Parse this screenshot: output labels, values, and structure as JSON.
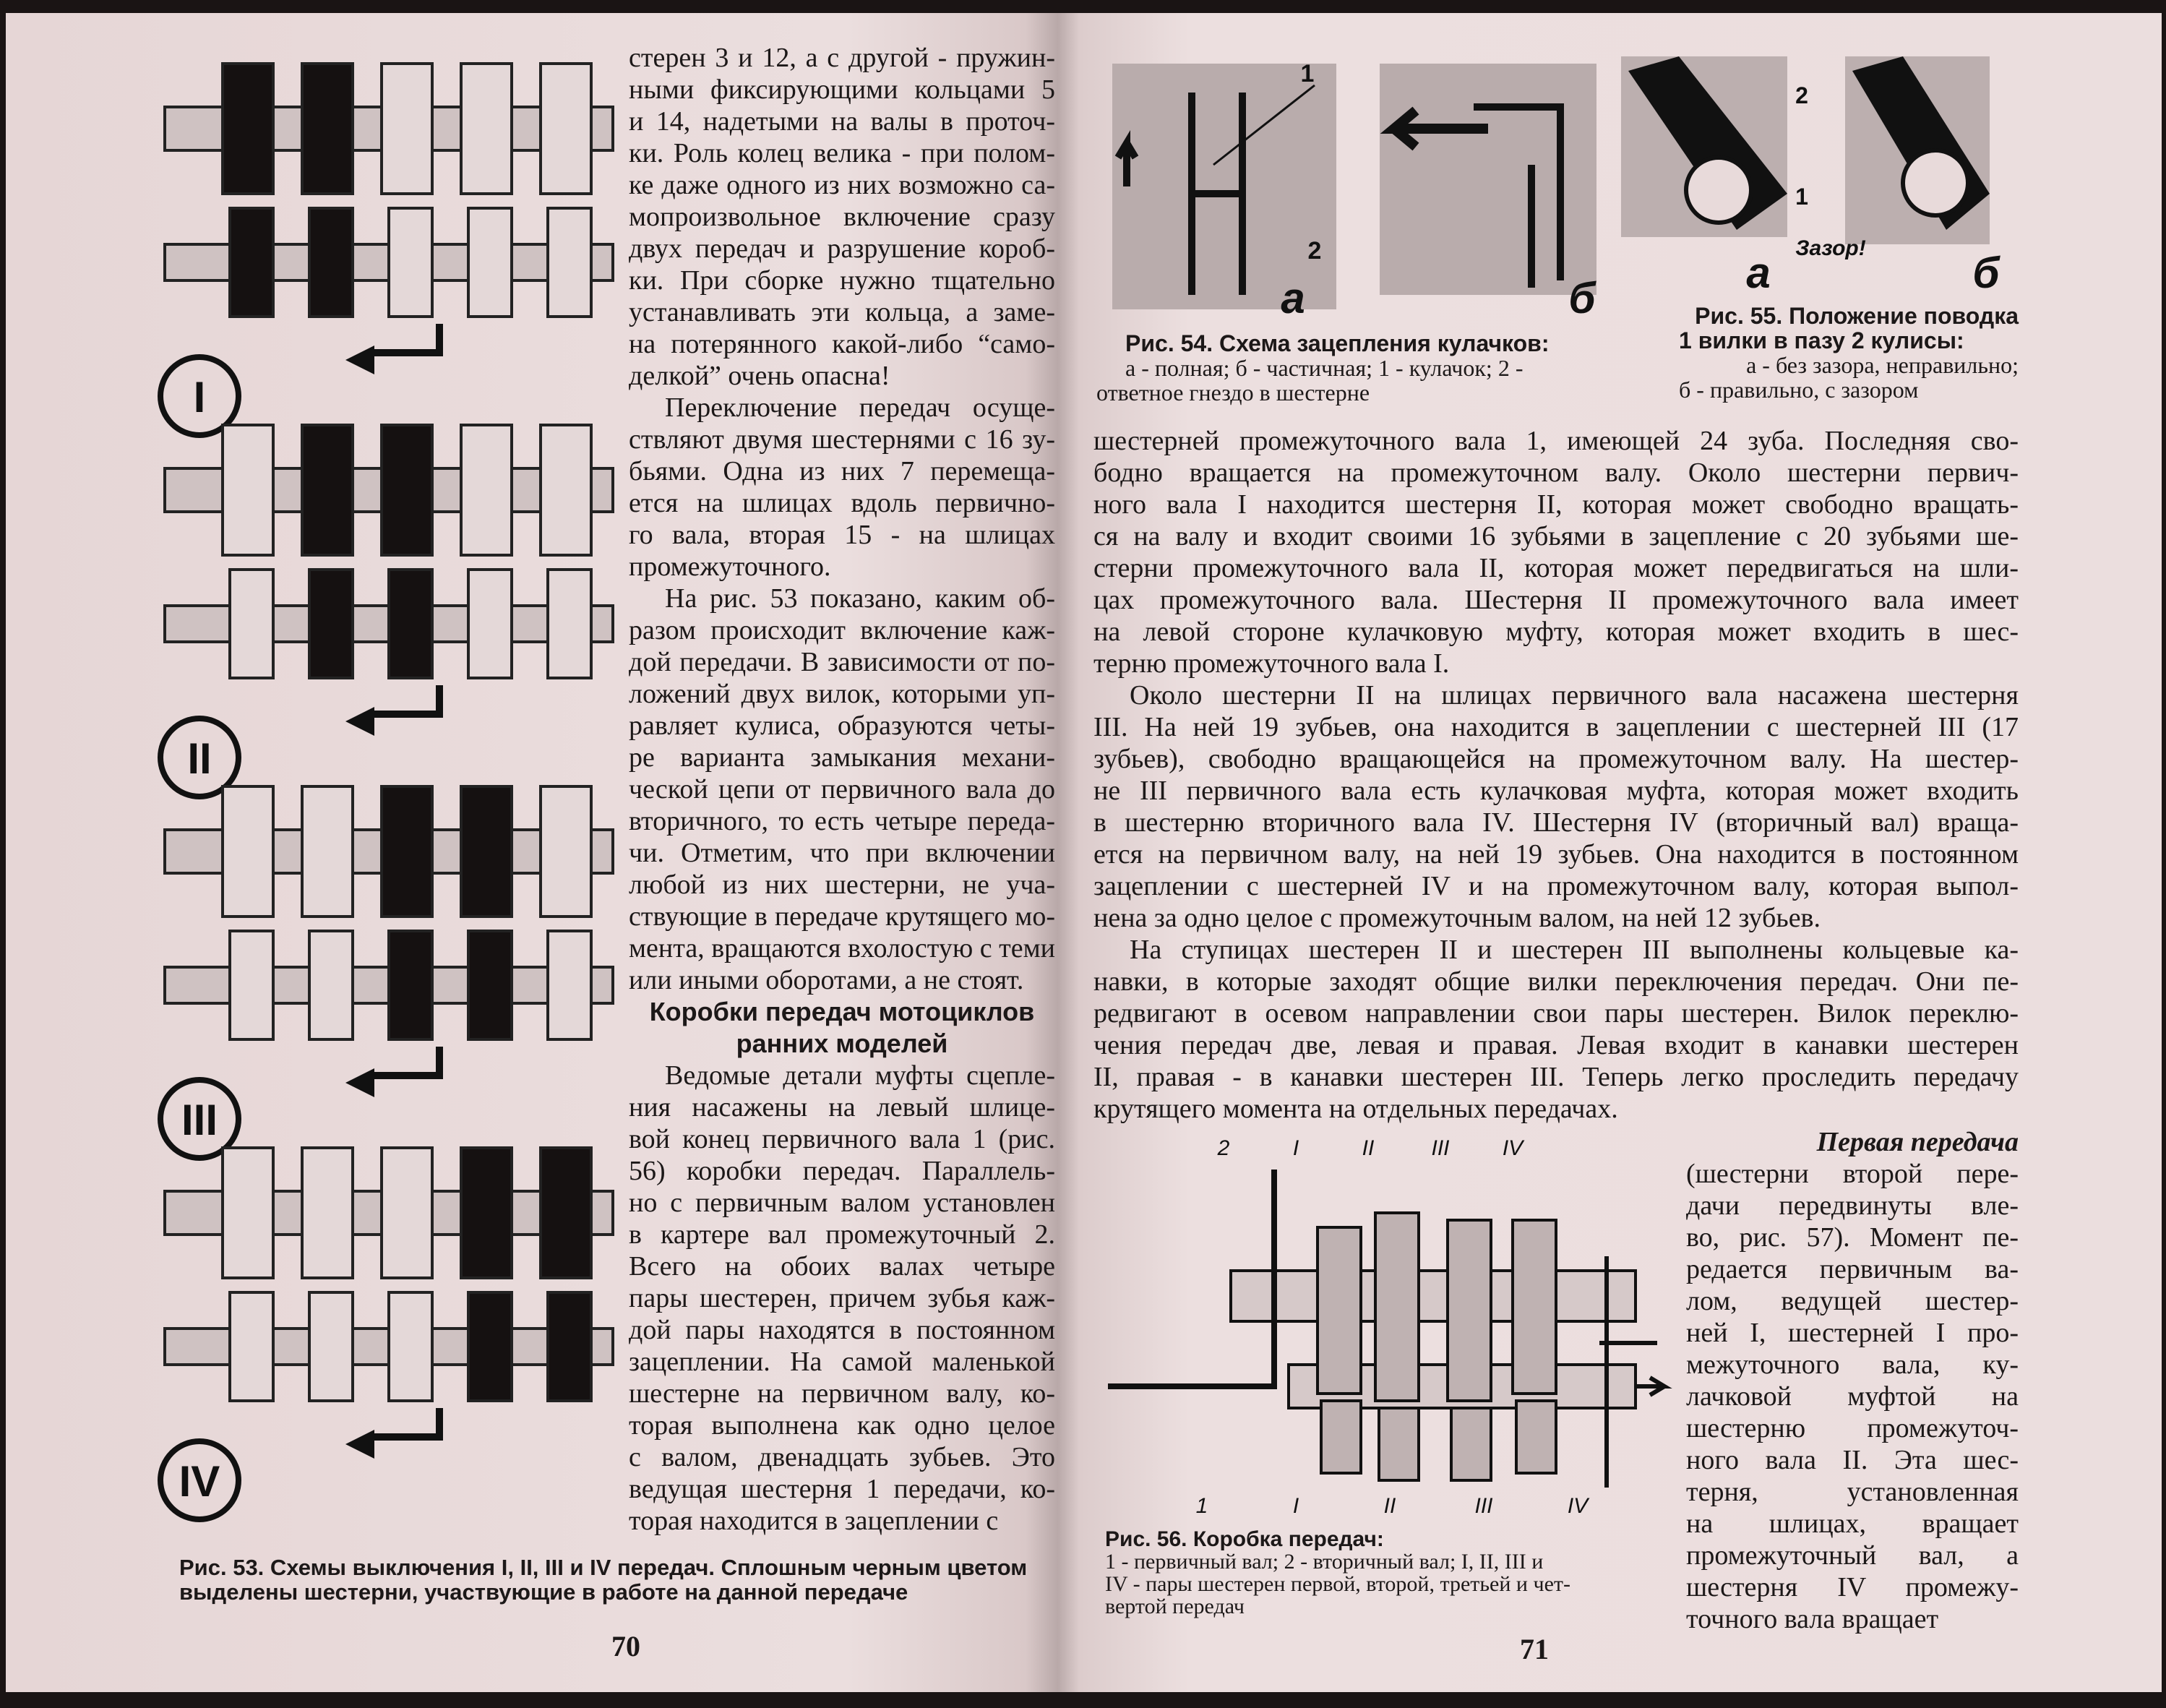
{
  "left_page": {
    "page_number": "70",
    "figure53": {
      "labels": [
        "I",
        "II",
        "III",
        "IV"
      ],
      "caption": [
        "Рис. 53. Схемы выключения I, II, III и IV передач. Сплошным черным цветом",
        "выделены шестерни, участвующие в работе на данной передаче"
      ]
    },
    "text_lines": [
      "стерен 3 и 12, а с другой - пружин-",
      "ными фиксирующими кольцами 5",
      "и 14, надетыми на валы в проточ-",
      "ки. Роль колец велика - при полом-",
      "ке даже одного из них возможно са-",
      "мопроизвольное включение сразу",
      "двух передач и разрушение короб-",
      "ки. При сборке нужно тщательно",
      "устанавливать эти кольца, а заме-",
      "на потерянного какой-либо “само-",
      "делкой” очень опасна!",
      "Переключение передач осуще-",
      "ствляют двумя шестернями с 16 зу-",
      "бьями. Одна из них 7 перемеща-",
      "ется на шлицах вдоль первично-",
      "го вала, вторая 15 - на шлицах",
      "промежуточного.",
      "На рис. 53 показано, каким об-",
      "разом происходит включение каж-",
      "дой передачи. В зависимости от по-",
      "ложений двух вилок, которыми уп-",
      "равляет кулиса, образуются четы-",
      "ре варианта замыкания механи-",
      "ческой цепи от первичного вала до",
      "вторичного, то есть четыре переда-",
      "чи. Отметим, что при включении",
      "любой из них шестерни, не уча-",
      "ствующие в передаче крутящего мо-",
      "мента, вращаются вхолостую с теми",
      "или иными оборотами, а не стоят.",
      "Коробки передач мотоциклов",
      "ранних моделей",
      "Ведомые детали муфты сцепле-",
      "ния насажены на левый шлице-",
      "вой конец первичного вала 1 (рис.",
      "56) коробки передач. Параллель-",
      "но с первичным валом установлен",
      "в картере вал промежуточный 2.",
      "Всего на обоих валах четыре",
      "пары шестерен, причем зубья каж-",
      "дой пары находятся в постоянном",
      "зацеплении. На самой маленькой",
      "шестерне на первичном валу, ко-",
      "торая выполнена как одно целое",
      "с валом, двенадцать зубьев. Это",
      "ведущая шестерня 1 передачи, ко-",
      "торая находится в зацеплении с"
    ]
  },
  "right_page": {
    "page_number": "71",
    "figure54": {
      "labels": [
        "1",
        "2",
        "а",
        "б"
      ],
      "caption_title": "Рис. 54. Схема зацепления кулачков:",
      "caption": [
        "а - полная; б - частичная; 1 - кулачок; 2 -",
        "ответное гнездо в шестерне"
      ]
    },
    "figure55": {
      "labels": [
        "2",
        "1",
        "Зазор!",
        "а",
        "б"
      ],
      "caption_title": [
        "Рис. 55. Положение поводка",
        "1 вилки в пазу 2 кулисы:"
      ],
      "caption": [
        "а - без зазора, неправильно;",
        "б - правильно, с зазором"
      ]
    },
    "figure56": {
      "labels_top": [
        "2",
        "I",
        "II",
        "III",
        "IV"
      ],
      "labels_bottom": [
        "1",
        "I",
        "II",
        "III",
        "IV"
      ],
      "caption_title": "Рис. 56. Коробка передач:",
      "caption": [
        "1 - первичный вал; 2 - вторичный вал; I, II, III и",
        "IV - пары шестерен первой, второй, третьей и чет-",
        "вертой передач"
      ]
    },
    "text_lines": [
      "шестерней промежуточного вала 1, имеющей 24 зуба. Последняя сво-",
      "бодно вращается на промежуточном валу. Около шестерни первич-",
      "ного вала I находится шестерня II, которая может свободно вращать-",
      "ся на валу и входит своими 16 зубьями в зацепление с 20 зубьями ше-",
      "стерни промежуточного вала II, которая может передвигаться на шли-",
      "цах промежуточного вала. Шестерня II промежуточного вала имеет",
      "на левой стороне кулачковую муфту, которая может входить в шес-",
      "терню промежуточного вала I.",
      "Около шестерни II на шлицах первичного вала насажена шестерня",
      "III. На ней 19 зубьев, она находится в зацеплении с шестерней III (17",
      "зубьев), свободно вращающейся на промежуточном валу. На шестер-",
      "не III первичного вала есть кулачковая муфта, которая может входить",
      "в шестерню вторичного вала IV. Шестерня IV (вторичный вал) враща-",
      "ется на первичном валу, на ней 19 зубьев. Она находится в постоянном",
      "зацеплении с шестерней IV и на промежуточном валу, которая выпол-",
      "нена за одно целое с промежуточным валом, на ней 12 зубьев.",
      "На ступицах шестерен II и шестерен III выполнены кольцевые ка-",
      "навки, в которые заходят общие вилки переключения передач. Они пе-",
      "редвигают в осевом направлении свои пары шестерен. Вилок переклю-",
      "чения передач две, левая и правая. Левая входит в канавки шестерен",
      "II, правая - в канавки шестерен III. Теперь легко проследить передачу",
      "крутящего момента на отдельных передачах."
    ],
    "side_lines": [
      "Первая передача",
      "(шестерни второй пере-",
      "дачи передвинуты вле-",
      "во, рис. 57). Момент пе-",
      "редается первичным ва-",
      "лом, ведущей шестер-",
      "ней I, шестерней I про-",
      "межуточного вала, ку-",
      "лачковой муфтой на",
      "шестерню промежуточ-",
      "ного вала II. Эта шес-",
      "терня, установленная",
      "на шлицах, вращает",
      "промежуточный вал, а",
      "шестерня IV промежу-",
      "точного вала вращает"
    ]
  }
}
